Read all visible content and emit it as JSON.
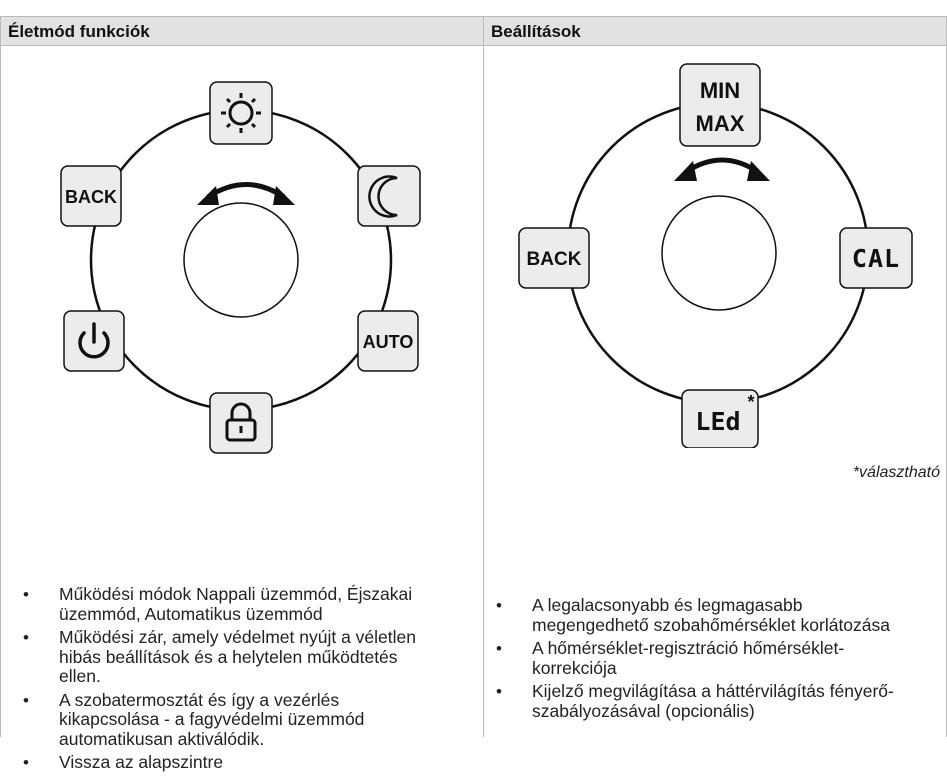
{
  "left": {
    "header": "Életmód funkciók",
    "buttons": {
      "back": "BACK",
      "auto": "AUTO"
    },
    "icons": [
      "sun-icon",
      "moon-icon",
      "power-icon",
      "lock-icon",
      "rotate-arrows-icon"
    ],
    "bullets": [
      "Működési módok Nappali üzemmód, Éjszakai üzemmód, Automatikus üzemmód",
      "Működési zár, amely védelmet nyújt a véletlen hibás beállítások és a helytelen működtetés ellen.",
      "A szobatermosztát és így a vezérlés kikapcsolása - a fagyvédelmi üzemmód automatikusan aktiválódik.",
      "Vissza az alapszintre"
    ]
  },
  "right": {
    "header": "Beállítások",
    "buttons": {
      "min": "MIN",
      "max": "MAX",
      "back": "BACK",
      "cal": "CAL",
      "led": "LEd",
      "led_marker": "*"
    },
    "note": "*választható",
    "bullets": [
      "A legalacsonyabb és legmagasabb megengedhető szobahőmérséklet korlátozása",
      "A hőmérséklet-regisztráció hőmérséklet-korrekciója",
      "Kijelző megvilágítása a háttérvilágítás fényerő-szabályozásával (opcionális)"
    ]
  },
  "colors": {
    "header_bg": "#e2e2e2",
    "button_bg": "#ececec",
    "stroke": "#111111"
  }
}
